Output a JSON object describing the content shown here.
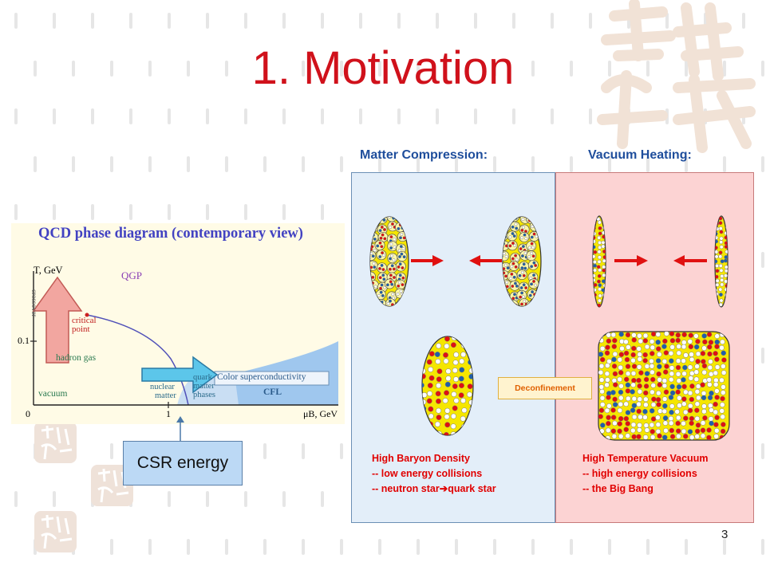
{
  "slide": {
    "title": "1. Motivation",
    "page_number": "3"
  },
  "phase_diagram": {
    "title": "QCD phase diagram (contemporary view)",
    "y_axis_label": "T, GeV",
    "y_tick": "0.1",
    "x_axis_label": "μB, GeV",
    "x_tick_0": "0",
    "x_tick_1": "1",
    "qgp": "QGP",
    "critical_point_1": "critical",
    "critical_point_2": "point",
    "hadron_gas": "hadron gas",
    "vacuum": "vacuum",
    "nuclear_1": "nuclear",
    "nuclear_2": "matter",
    "quark_1": "quark",
    "quark_2": "matter",
    "quark_3": "phases",
    "color_sc": "Color superconductivity",
    "cfl": "CFL",
    "crossover": "crossover"
  },
  "callout": {
    "label": "CSR energy"
  },
  "compression": {
    "header": "Matter Compression:",
    "line1": "High Baryon Density",
    "line2": "-- low energy collisions",
    "line3a": "-- neutron star",
    "line3b": "quark star"
  },
  "heating": {
    "header": "Vacuum Heating:",
    "line1": "High Temperature Vacuum",
    "line2": "-- high energy collisions",
    "line3": "-- the Big Bang"
  },
  "deconfinement": {
    "label": "Deconfinement"
  },
  "colors": {
    "title": "#d0111b",
    "header": "#1f4e9c",
    "caption": "#e10000",
    "panel_left": "#e3eef9",
    "panel_right": "#fcd3d3",
    "nucleon_fill": "#f5e600",
    "quark_red": "#e01010",
    "quark_blue": "#1f5fa8"
  }
}
